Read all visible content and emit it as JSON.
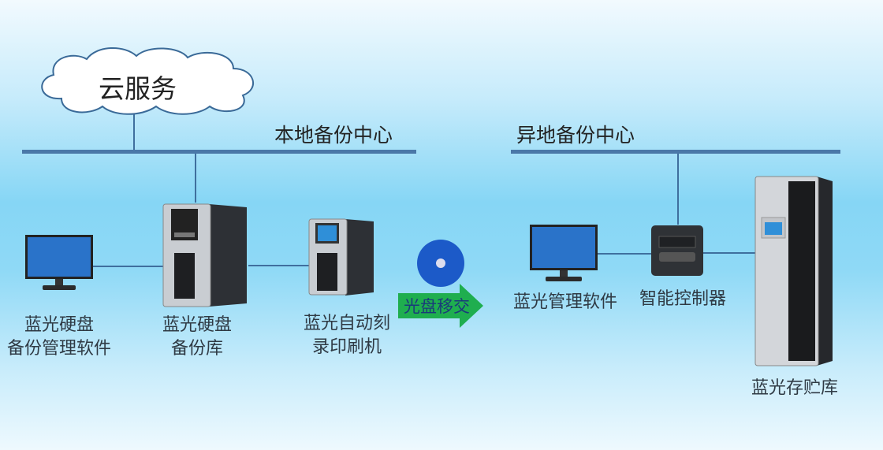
{
  "cloud": {
    "label": "云服务"
  },
  "local_center": {
    "title": "本地备份中心"
  },
  "remote_center": {
    "title": "异地备份中心"
  },
  "devices": [
    {
      "line1": "蓝光硬盘",
      "line2": "备份管理软件"
    },
    {
      "line1": "蓝光硬盘",
      "line2": "备份库"
    },
    {
      "line1": "蓝光自动刻",
      "line2": "录印刷机"
    },
    {
      "line1": "蓝光管理软件"
    },
    {
      "line1": "智能控制器"
    },
    {
      "line1": "蓝光存贮库"
    }
  ],
  "transfer_arrow": {
    "label": "光盘移交",
    "color": "#1fae4f"
  },
  "colors": {
    "bus": "#4a78a8"
  }
}
